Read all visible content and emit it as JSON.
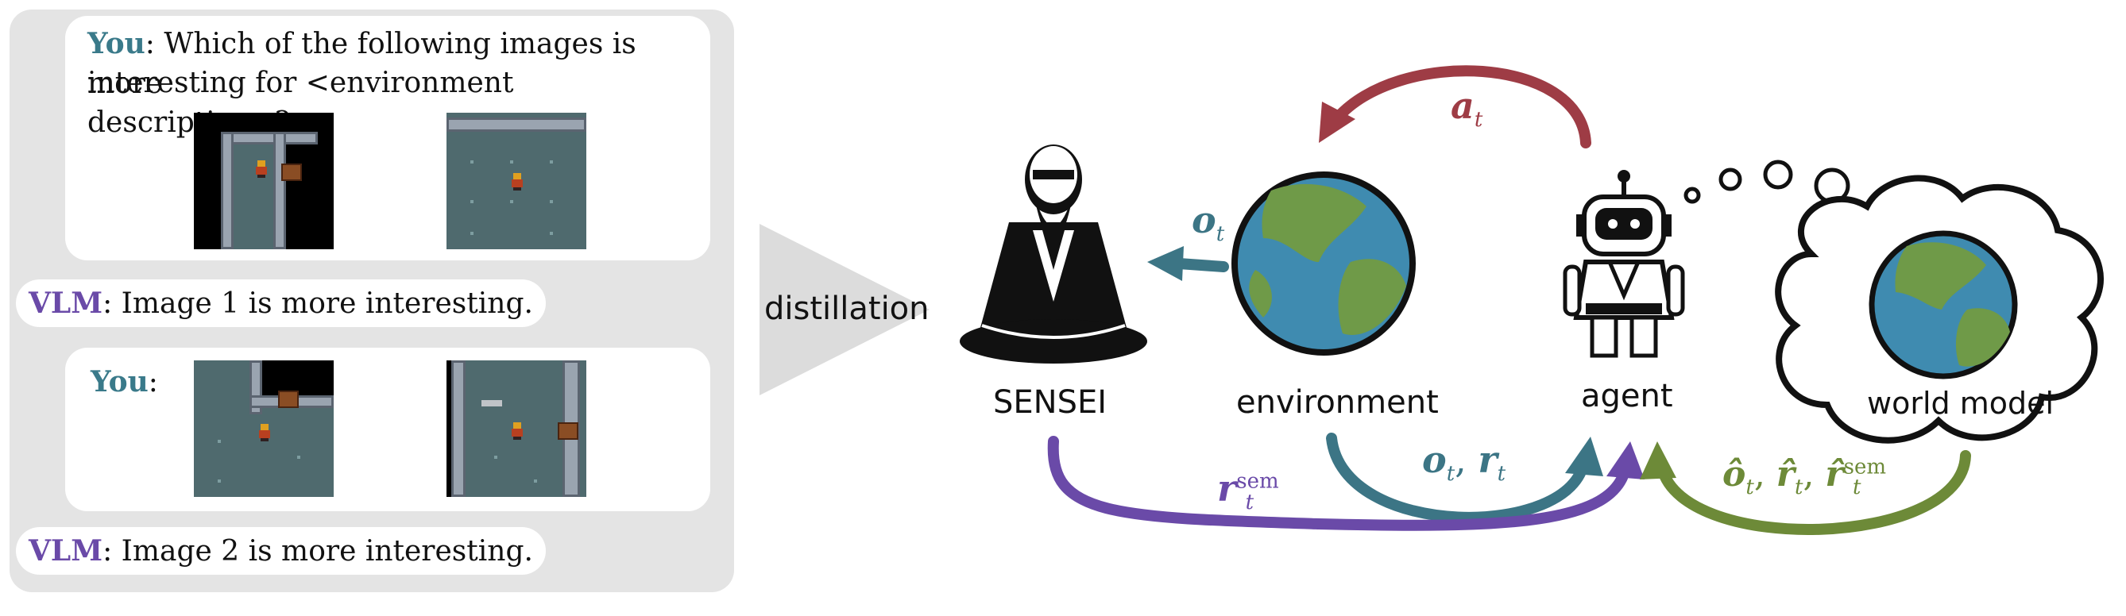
{
  "chat": {
    "you_label": "You",
    "vlm_label": "VLM",
    "q1_line1": ": Which of the following images is more",
    "q1_line2": "interesting for <environment description>?",
    "q2_colon": ":",
    "a1": ": Image 1 is more interesting.",
    "a2": ": Image 2 is more interesting."
  },
  "distillation_label": "distillation",
  "nodes": {
    "sensei": "SENSEI",
    "environment": "environment",
    "agent": "agent",
    "world_model": "world model"
  },
  "edge_labels": {
    "action": {
      "base": "a",
      "sub": "t"
    },
    "obs_to_sensei": {
      "base": "o",
      "sub": "t"
    },
    "env_to_agent": {
      "o": "o",
      "r": "r",
      "sub": "t",
      "sep": ", "
    },
    "sensei_to_agent": {
      "base": "r",
      "sub": "t",
      "sup": "sem"
    },
    "wm_to_agent": {
      "o": "ô",
      "r": "r̂",
      "sub": "t",
      "sup": "sem",
      "sep": ", "
    }
  },
  "colors": {
    "panel": "#e4e4e4",
    "you": "#3a7a8a",
    "vlm": "#6a4aa8",
    "action_arrow": "#9e3c45",
    "obs_arrow": "#3c7585",
    "sem_arrow": "#6a4aa8",
    "wm_arrow": "#6d8a38",
    "ocean": "#3f8bb0",
    "land": "#6f9a48"
  }
}
